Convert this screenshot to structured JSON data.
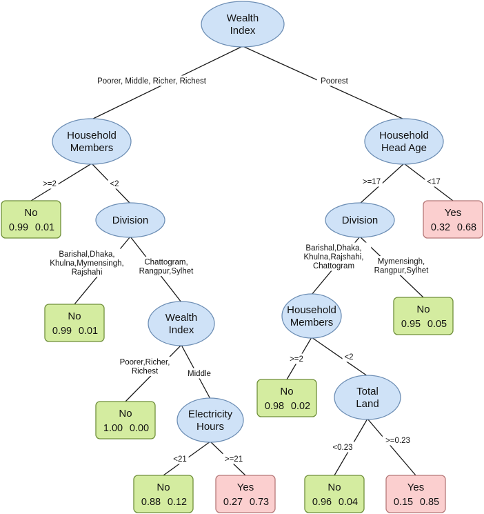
{
  "colors": {
    "decision_fill": "#cfe2f7",
    "decision_stroke": "#6e8fb5",
    "leaf_no_fill": "#d4eca0",
    "leaf_no_stroke": "#6f8f3a",
    "leaf_yes_fill": "#fbcfcf",
    "leaf_yes_stroke": "#b57878",
    "edge": "#1a1a1a"
  },
  "decision_nodes": [
    {
      "id": "root",
      "lines": [
        "Wealth",
        "Index"
      ]
    },
    {
      "id": "hh_members_left",
      "lines": [
        "Household",
        "Members"
      ]
    },
    {
      "id": "hh_head_age",
      "lines": [
        "Household",
        "Head Age"
      ]
    },
    {
      "id": "division_left",
      "lines": [
        "Division"
      ]
    },
    {
      "id": "division_right",
      "lines": [
        "Division"
      ]
    },
    {
      "id": "wealth_index_2",
      "lines": [
        "Wealth",
        "Index"
      ]
    },
    {
      "id": "hh_members_right",
      "lines": [
        "Household",
        "Members"
      ]
    },
    {
      "id": "electricity_hours",
      "lines": [
        "Electricity",
        "Hours"
      ]
    },
    {
      "id": "total_land",
      "lines": [
        "Total",
        "Land"
      ]
    }
  ],
  "leaf_nodes": [
    {
      "id": "leaf_a",
      "class": "No",
      "p_no": "0.99",
      "p_yes": "0.01"
    },
    {
      "id": "leaf_b",
      "class": "Yes",
      "p_no": "0.32",
      "p_yes": "0.68"
    },
    {
      "id": "leaf_c",
      "class": "No",
      "p_no": "0.99",
      "p_yes": "0.01"
    },
    {
      "id": "leaf_d",
      "class": "No",
      "p_no": "0.95",
      "p_yes": "0.05"
    },
    {
      "id": "leaf_e",
      "class": "No",
      "p_no": "0.98",
      "p_yes": "0.02"
    },
    {
      "id": "leaf_f",
      "class": "No",
      "p_no": "1.00",
      "p_yes": "0.00"
    },
    {
      "id": "leaf_g",
      "class": "No",
      "p_no": "0.88",
      "p_yes": "0.12"
    },
    {
      "id": "leaf_h",
      "class": "Yes",
      "p_no": "0.27",
      "p_yes": "0.73"
    },
    {
      "id": "leaf_i",
      "class": "No",
      "p_no": "0.96",
      "p_yes": "0.04"
    },
    {
      "id": "leaf_j",
      "class": "Yes",
      "p_no": "0.15",
      "p_yes": "0.85"
    }
  ],
  "edges": [
    {
      "from": "root",
      "to": "hh_members_left",
      "lines": [
        "Poorer, Middle, Richer, Richest"
      ]
    },
    {
      "from": "root",
      "to": "hh_head_age",
      "lines": [
        "Poorest"
      ]
    },
    {
      "from": "hh_members_left",
      "to": "leaf_a",
      "lines": [
        ">=2"
      ]
    },
    {
      "from": "hh_members_left",
      "to": "division_left",
      "lines": [
        "<2"
      ]
    },
    {
      "from": "hh_head_age",
      "to": "division_right",
      "lines": [
        ">=17"
      ]
    },
    {
      "from": "hh_head_age",
      "to": "leaf_b",
      "lines": [
        "<17"
      ]
    },
    {
      "from": "division_left",
      "to": "leaf_c",
      "lines": [
        "Barishal,Dhaka,",
        "Khulna,Mymensingh,",
        "Rajshahi"
      ]
    },
    {
      "from": "division_left",
      "to": "wealth_index_2",
      "lines": [
        "Chattogram,",
        "Rangpur,Sylhet"
      ]
    },
    {
      "from": "division_right",
      "to": "hh_members_right",
      "lines": [
        "Barishal,Dhaka,",
        "Khulna,Rajshahi,",
        "Chattogram"
      ]
    },
    {
      "from": "division_right",
      "to": "leaf_d",
      "lines": [
        "Mymensingh,",
        "Rangpur,Sylhet"
      ]
    },
    {
      "from": "wealth_index_2",
      "to": "leaf_f",
      "lines": [
        "Poorer,Richer,",
        "Richest"
      ]
    },
    {
      "from": "wealth_index_2",
      "to": "electricity_hours",
      "lines": [
        "Middle"
      ]
    },
    {
      "from": "hh_members_right",
      "to": "leaf_e",
      "lines": [
        ">=2"
      ]
    },
    {
      "from": "hh_members_right",
      "to": "total_land",
      "lines": [
        "<2"
      ]
    },
    {
      "from": "electricity_hours",
      "to": "leaf_g",
      "lines": [
        "<21"
      ]
    },
    {
      "from": "electricity_hours",
      "to": "leaf_h",
      "lines": [
        ">=21"
      ]
    },
    {
      "from": "total_land",
      "to": "leaf_i",
      "lines": [
        "<0.23"
      ]
    },
    {
      "from": "total_land",
      "to": "leaf_j",
      "lines": [
        ">=0.23"
      ]
    }
  ]
}
